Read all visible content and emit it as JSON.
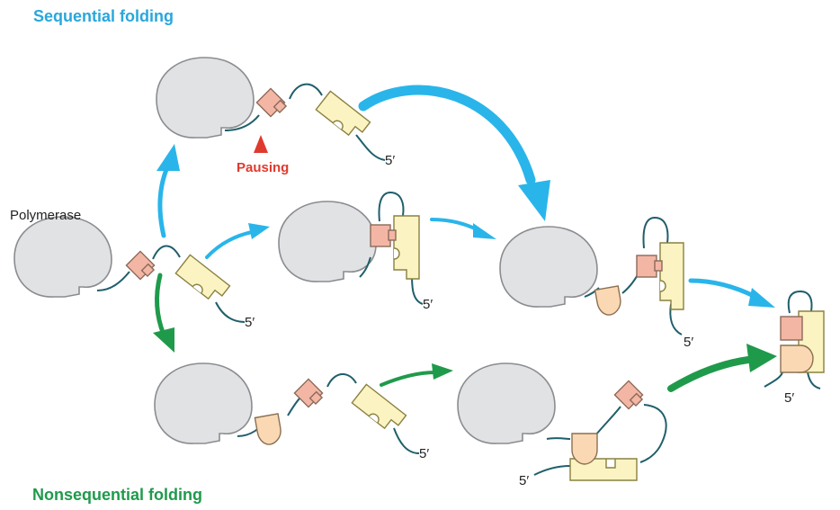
{
  "titles": {
    "sequential": "Sequential folding",
    "nonsequential": "Nonsequential folding"
  },
  "labels": {
    "polymerase": "Polymerase",
    "pausing": "Pausing",
    "five_prime": "5′"
  },
  "colors": {
    "sequential_arrow": "#29b5ea",
    "nonsequential_arrow": "#1f9a4b",
    "pausing": "#e03a2e",
    "polymerase_fill": "#e1e2e4",
    "strand": "#1f5f6b",
    "pink_domain": "#f4b6a4",
    "peach_domain": "#fbd8b4",
    "yellow_domain": "#fbf4c2"
  }
}
